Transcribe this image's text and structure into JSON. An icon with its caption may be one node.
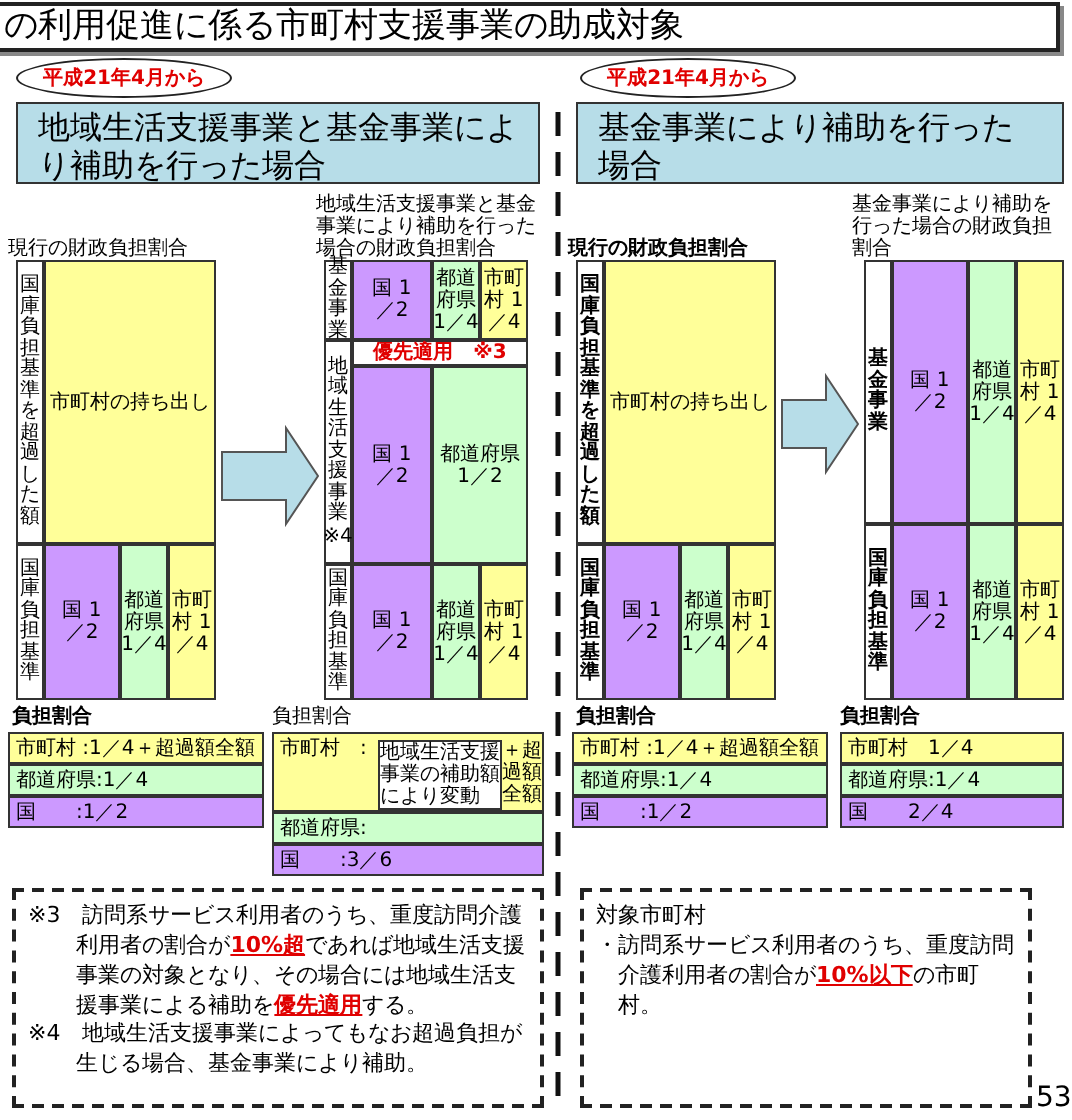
{
  "diagram": {
    "title": "の利用促進に係る市町村支援事業の助成対象",
    "nodes": [
      {
        "text": [
          "平成21年4月から"
        ]
      },
      {
        "text": [
          "地域生活支援事業と基金事業により補助を行った場合"
        ]
      },
      {
        "text": [
          "平成21年4月から"
        ]
      },
      {
        "text": [
          "基金事業により補助を行った場合"
        ]
      },
      {
        "text": [
          "現行の財政負担割合"
        ]
      },
      {
        "text": [
          "国庫負担基準を超過した額"
        ],
        "in": 4
      },
      {
        "text": [
          "市町村の持ち出し"
        ],
        "in": 4
      },
      {
        "text": [
          "国庫負担基準"
        ],
        "in": 4
      },
      {
        "text": [
          "国 1／2"
        ],
        "in": 4
      },
      {
        "text": [
          "都道府県 1／4"
        ],
        "in": 4
      },
      {
        "text": [
          "市町村 1／4"
        ],
        "in": 4
      },
      {
        "text": [
          "地域生活支援事業と基金事業により補助を行った場合の財政負担割合"
        ]
      },
      {
        "text": [
          "基金事業"
        ],
        "in": 11
      },
      {
        "text": [
          "国 1／2"
        ],
        "in": 11
      },
      {
        "text": [
          "都道府県 1／4"
        ],
        "in": 11
      },
      {
        "text": [
          "市町村 1／4"
        ],
        "in": 11
      },
      {
        "text": [
          "地域生活支援事業",
          "※4"
        ],
        "in": 11
      },
      {
        "text": [
          "国 1／2"
        ],
        "in": 11
      },
      {
        "text": [
          "都道府県 1／2"
        ],
        "in": 11
      },
      {
        "text": [
          "優先適用　※3"
        ],
        "in": 11
      },
      {
        "text": [
          "国庫負担基準"
        ],
        "in": 11
      },
      {
        "text": [
          "国 1／2"
        ],
        "in": 11
      },
      {
        "text": [
          "都道府県 1／4"
        ],
        "in": 11
      },
      {
        "text": [
          "市町村 1／4"
        ],
        "in": 11
      },
      {
        "text": [
          "現行の財政負担割合"
        ]
      },
      {
        "text": [
          "国庫負担基準を超過した額"
        ],
        "in": 24
      },
      {
        "text": [
          "市町村の持ち出し"
        ],
        "in": 24
      },
      {
        "text": [
          "国庫負担基準"
        ],
        "in": 24
      },
      {
        "text": [
          "国 1／2"
        ],
        "in": 24
      },
      {
        "text": [
          "都道府県 1／4"
        ],
        "in": 24
      },
      {
        "text": [
          "市町村 1／4"
        ],
        "in": 24
      },
      {
        "text": [
          "基金事業により補助を行った場合の財政負担割合"
        ]
      },
      {
        "text": [
          "基金事業"
        ],
        "in": 31
      },
      {
        "text": [
          "国 1／2"
        ],
        "in": 31
      },
      {
        "text": [
          "都道府県 1／4"
        ],
        "in": 31
      },
      {
        "text": [
          "市町村 1／4"
        ],
        "in": 31
      },
      {
        "text": [
          "国庫負担基準"
        ],
        "in": 31
      },
      {
        "text": [
          "国 1／2"
        ],
        "in": 31
      },
      {
        "text": [
          "都道府県 1／4"
        ],
        "in": 31
      },
      {
        "text": [
          "市町村 1／4"
        ],
        "in": 31
      },
      {
        "text": [
          "市町村 :1／4＋超過額全額"
        ]
      },
      {
        "text": [
          "都道府県:1／4"
        ]
      },
      {
        "text": [
          "国　　:1／2"
        ]
      },
      {
        "text": [
          "市町村　:",
          "＋超過額全額"
        ]
      },
      {
        "text": [
          "都道府県:"
        ]
      },
      {
        "text": [
          "国　　:3／6"
        ]
      },
      {
        "text": [
          "地域生活支援事業の補助額により変動"
        ],
        "in": 43
      },
      {
        "text": [
          "市町村 :1／4＋超過額全額"
        ]
      },
      {
        "text": [
          "都道府県:1／4"
        ]
      },
      {
        "text": [
          "国　　:1／2"
        ]
      },
      {
        "text": [
          "市町村　1／4"
        ]
      },
      {
        "text": [
          "都道府県:1／4"
        ]
      },
      {
        "text": [
          "国　　2／4"
        ]
      },
      {
        "text": [
          "※3　訪問系サービス利用者のうち、重度訪問介護利用者の割合が**10%超**であれば地域生活支援事業の対象となり、その場合には地域生活支援事業による補助を**優先適用**する。",
          "※4　地域生活支援事業によってもなお超過負担が生じる場合、基金事業により補助。"
        ]
      },
      {
        "text": [
          "対象市町村",
          "・訪問系サービス利用者のうち、重度訪問介護利用者の割合が**10%以下**の市町村。"
        ]
      }
    ],
    "edges": [
      {
        "from": 4,
        "to": 11,
        "arrow": "to"
      },
      {
        "from": 24,
        "to": 31,
        "arrow": "to"
      }
    ],
    "labels": [
      "負担割合",
      "負担割合",
      "負担割合",
      "負担割合",
      "53"
    ]
  }
}
